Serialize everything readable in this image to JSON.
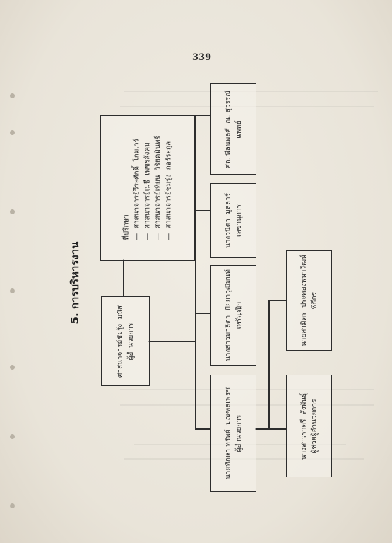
{
  "page_number": "339",
  "section_title": "5.  การบริหารงาน",
  "boxes": {
    "director": "ศาสนาจารย์ชัยรุ้ง  มนัส\nผู้อำนวยการ",
    "advisors": "ที่ปรึกษา\n—  ศาสนาจารย์วีระศักดิ์  โกมเวร์\n—  ศาสนาจารย์เมธี  เพชรสังคม\n—  ศาสนาจารย์เทียน  วิริยคมินทร์\n—  ศาสนาจารย์ชมรุ่ง  กอร์ระกุล",
    "deputy": "นายทักษา ทรัพย์  มณฑลเฟรช\nผู้อำนวยการ",
    "treasurer": "นางสาวมาลิดา  ปัยยาวุฒิมนท์\nเหรัญญิก",
    "secretary": "นางวนิดา  มูลลาร์\nเลขานุการ",
    "doctor": "ศจ. พีลนพลศ์  ณ. สุวรรณ์\nแพทย์",
    "assistant": "นางสาวราตรี  สั่งพันธุ์\nผู้ช่วยผู้อำนวยการ",
    "coordinator": "นายสามิตร  ประคองพนาวัฒน์\nพิธีกร"
  }
}
